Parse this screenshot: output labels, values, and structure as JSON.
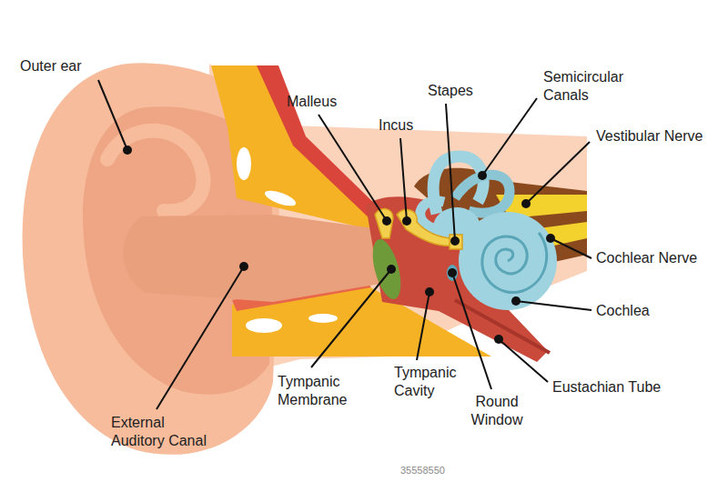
{
  "diagram": {
    "labels": [
      "Outer ear",
      "Malleus",
      "Incus",
      "Stapes",
      "Semicircular Canals",
      "Vestibular Nerve",
      "Cochlear Nerve",
      "Cochlea",
      "Eustachian Tube",
      "Round Window",
      "Tympanic Cavity",
      "Tympanic Membrane",
      "External Auditory Canal",
      "35558550"
    ]
  }
}
